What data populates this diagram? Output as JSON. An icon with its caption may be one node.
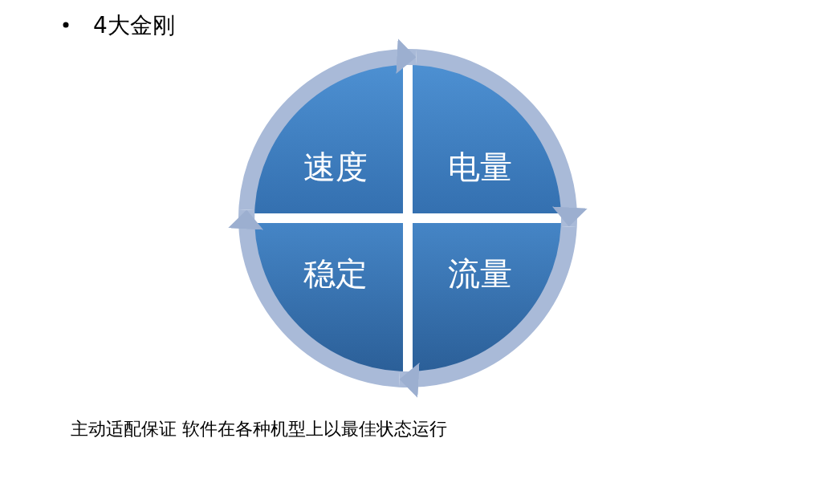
{
  "diagram": {
    "title": "4大金刚",
    "nodes": [
      {
        "text": [
          "速度"
        ]
      },
      {
        "text": [
          "电量"
        ]
      },
      {
        "text": [
          "稳定"
        ]
      },
      {
        "text": [
          "流量"
        ]
      }
    ],
    "edges": [
      {
        "from": 0,
        "to": 1,
        "arrow": "to"
      },
      {
        "from": 1,
        "to": 3,
        "arrow": "to"
      },
      {
        "from": 3,
        "to": 2,
        "arrow": "to"
      },
      {
        "from": 2,
        "to": 0,
        "arrow": "to"
      }
    ],
    "caption": "主动适配保证 软件在各种机型上以最佳状态运行"
  }
}
